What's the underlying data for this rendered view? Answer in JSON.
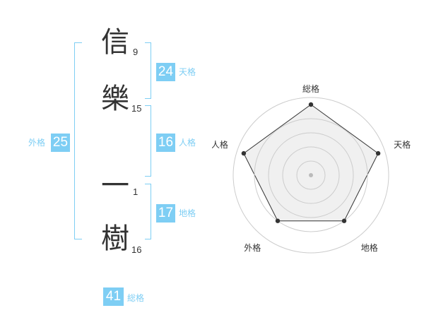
{
  "name": {
    "chars": [
      {
        "char": "信",
        "strokes": "9"
      },
      {
        "char": "樂",
        "strokes": "15"
      },
      {
        "char": "一",
        "strokes": "1"
      },
      {
        "char": "樹",
        "strokes": "16"
      }
    ]
  },
  "kaku": {
    "tenkaku": {
      "value": "24",
      "label": "天格"
    },
    "jinkaku": {
      "value": "16",
      "label": "人格"
    },
    "chikaku": {
      "value": "17",
      "label": "地格"
    },
    "gaikaku": {
      "value": "25",
      "label": "外格"
    },
    "soukaku": {
      "value": "41",
      "label": "総格"
    }
  },
  "colors": {
    "accent": "#7ecef4",
    "text": "#333333",
    "radar_fill": "#f0f0f0",
    "radar_grid": "#cccccc"
  },
  "chart_data": {
    "type": "radar",
    "categories": [
      "総格",
      "天格",
      "地格",
      "外格",
      "人格"
    ],
    "values": [
      5,
      5,
      4,
      4,
      5
    ],
    "rmax": 5,
    "grid_rings": 5
  }
}
